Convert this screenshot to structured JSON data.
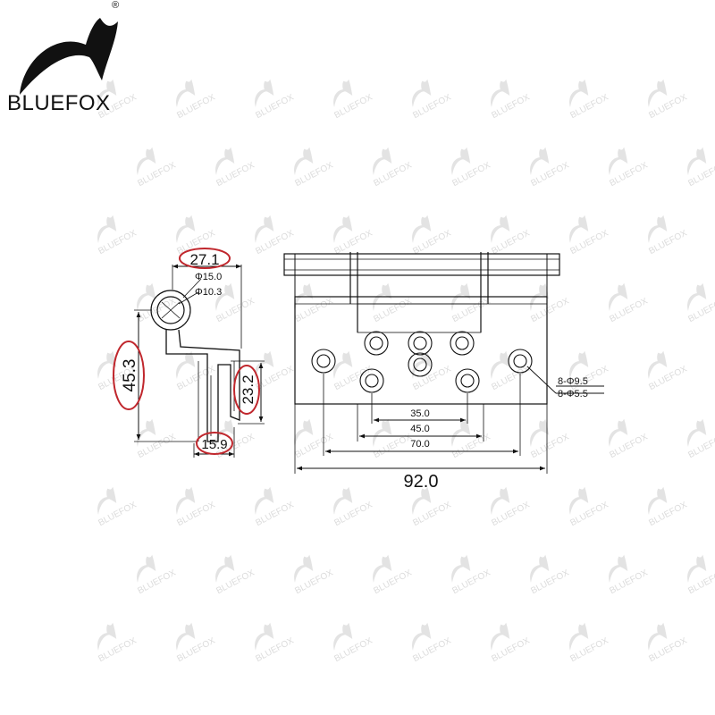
{
  "brand": {
    "name": "BLUEFOX",
    "registered_mark": "®",
    "watermark_text": "BLUEFOX"
  },
  "drawing": {
    "side_view": {
      "width_top": "27.1",
      "knuckle_outer": "Φ15.0",
      "knuckle_inner": "Φ10.3",
      "height_total": "45.3",
      "height_leaf": "23.2",
      "width_bottom": "15.9"
    },
    "front_view": {
      "holes_large": "8-Φ9.5",
      "holes_small": "8-Φ5.5",
      "spacing_inner": "35.0",
      "spacing_middle": "45.0",
      "spacing_outer": "70.0",
      "overall_length": "92.0"
    },
    "highlight_color": "#c0272d"
  }
}
